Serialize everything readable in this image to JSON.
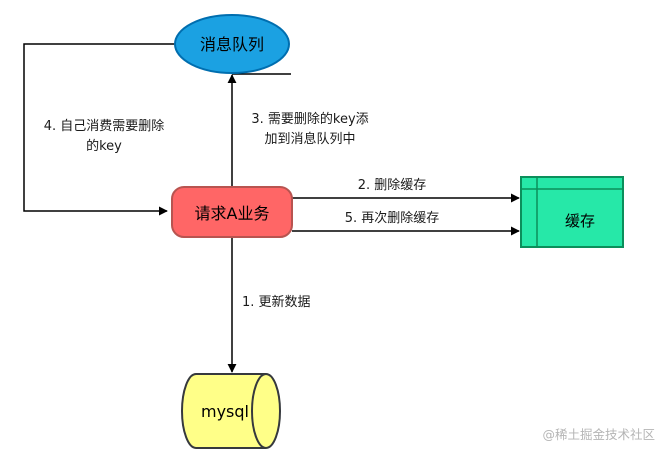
{
  "nodes": {
    "queue": {
      "label": "消息队列",
      "fill": "#1ba1e2",
      "stroke": "#006eaf"
    },
    "service": {
      "label": "请求A业务",
      "fill": "#ff6666",
      "stroke": "#b85450"
    },
    "cache": {
      "label": "缓存",
      "fill": "#26e8a8",
      "stroke": "#0b8f5b"
    },
    "db": {
      "label": "mysql",
      "fill": "#ffff88",
      "stroke": "#36393d"
    }
  },
  "edges": {
    "consume": {
      "line1": "4. 自己消费需要删除",
      "line2": "的key"
    },
    "enqueue": {
      "line1": "3. 需要删除的key添",
      "line2": "加到消息队列中"
    },
    "delete_cache": {
      "label": "2. 删除缓存"
    },
    "delete_again": {
      "label": "5. 再次删除缓存"
    },
    "update_db": {
      "label": "1. 更新数据"
    }
  },
  "watermark": "@稀土掘金技术社区"
}
